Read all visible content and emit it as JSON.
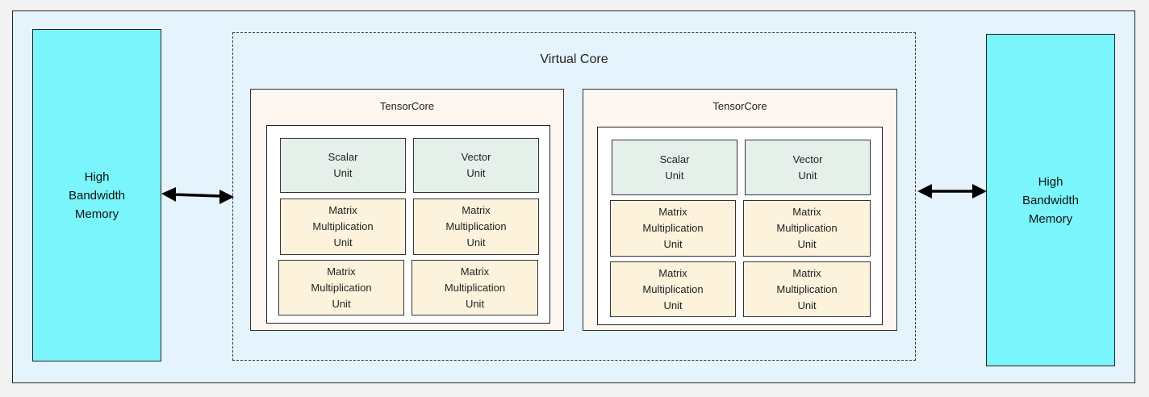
{
  "hbm_left": {
    "label": "High\nBandwidth\nMemory"
  },
  "hbm_right": {
    "label": "High\nBandwidth\nMemory"
  },
  "virtual_core": {
    "title": "Virtual Core"
  },
  "tensor_cores": [
    {
      "title": "TensorCore",
      "scalar": "Scalar\nUnit",
      "vector": "Vector\nUnit",
      "matrix": [
        "Matrix\nMultiplication\nUnit",
        "Matrix\nMultiplication\nUnit",
        "Matrix\nMultiplication\nUnit",
        "Matrix\nMultiplication\nUnit"
      ]
    },
    {
      "title": "TensorCore",
      "scalar": "Scalar\nUnit",
      "vector": "Vector\nUnit",
      "matrix": [
        "Matrix\nMultiplication\nUnit",
        "Matrix\nMultiplication\nUnit",
        "Matrix\nMultiplication\nUnit",
        "Matrix\nMultiplication\nUnit"
      ]
    }
  ],
  "colors": {
    "background": "#e5f3fd",
    "memory": "#79f5fb",
    "tensorcore": "#fdf6f1",
    "scalar_vector_unit": "#e6f0ea",
    "matrix_unit": "#fdf3dd"
  }
}
